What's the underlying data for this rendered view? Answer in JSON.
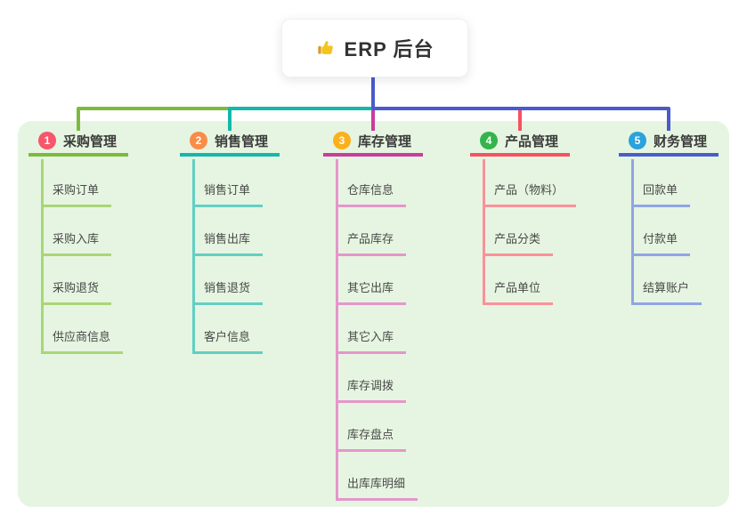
{
  "root": {
    "label": "ERP 后台",
    "icon": "thumbs-up-icon"
  },
  "colors": {
    "board_bg": "#e6f5e1",
    "root_connector": "#4a5acd",
    "title_text": "#3b3b3b",
    "child_text": "#494949"
  },
  "branches": [
    {
      "num": "1",
      "title": "采购管理",
      "badge_color": "#f7566b",
      "line_color": "#7cba3e",
      "child_line_color": "#aad578",
      "children": [
        "采购订单",
        "采购入库",
        "采购退货",
        "供应商信息"
      ]
    },
    {
      "num": "2",
      "title": "销售管理",
      "badge_color": "#fa8c48",
      "line_color": "#14b8aa",
      "child_line_color": "#62cfc3",
      "children": [
        "销售订单",
        "销售出库",
        "销售退货",
        "客户信息"
      ]
    },
    {
      "num": "3",
      "title": "库存管理",
      "badge_color": "#fcb01b",
      "line_color": "#ca3c9d",
      "child_line_color": "#e596cb",
      "children": [
        "仓库信息",
        "产品库存",
        "其它出库",
        "其它入库",
        "库存调拨",
        "库存盘点",
        "出库库明细"
      ]
    },
    {
      "num": "4",
      "title": "产品管理",
      "badge_color": "#34b44c",
      "line_color": "#f85160",
      "child_line_color": "#fb9199",
      "children": [
        "产品（物料）",
        "产品分类",
        "产品单位"
      ]
    },
    {
      "num": "5",
      "title": "财务管理",
      "badge_color": "#2aa2dc",
      "line_color": "#4a5dcb",
      "child_line_color": "#90a5e6",
      "children": [
        "回款单",
        "付款单",
        "结算账户"
      ]
    }
  ]
}
